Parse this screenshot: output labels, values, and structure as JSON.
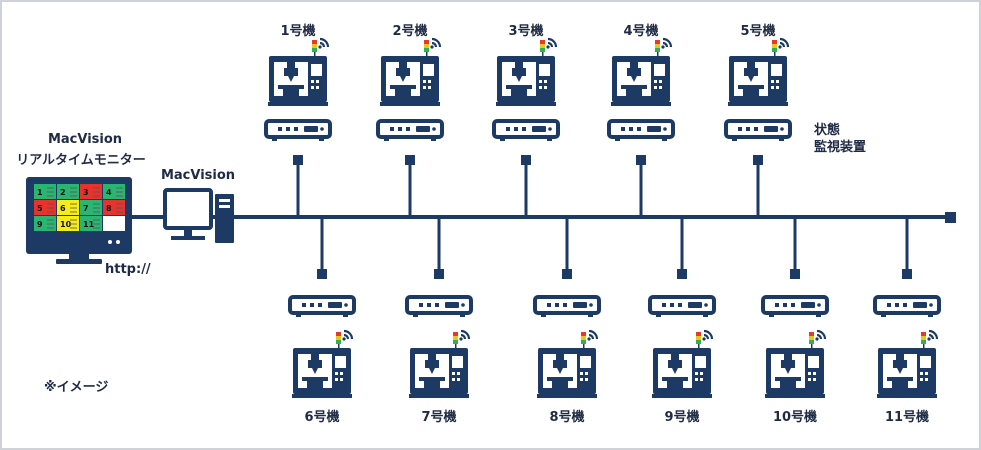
{
  "colors": {
    "navy": "#1c3a63",
    "signal_green": "#2db34a",
    "signal_yellow": "#f2c21b",
    "signal_red": "#e23a2c",
    "monitor_green": "#2bb573",
    "monitor_red": "#e8322d",
    "monitor_yellow": "#f7ec1b"
  },
  "monitor": {
    "title_line1": "MacVision",
    "title_line2": "リアルタイムモニター",
    "protocol": "http://",
    "tiles": [
      {
        "num": "1",
        "color": "green"
      },
      {
        "num": "2",
        "color": "green"
      },
      {
        "num": "3",
        "color": "red"
      },
      {
        "num": "4",
        "color": "green"
      },
      {
        "num": "5",
        "color": "red"
      },
      {
        "num": "6",
        "color": "yellow"
      },
      {
        "num": "7",
        "color": "green"
      },
      {
        "num": "8",
        "color": "red"
      },
      {
        "num": "9",
        "color": "green"
      },
      {
        "num": "10",
        "color": "yellow"
      },
      {
        "num": "11",
        "color": "green"
      },
      {
        "num": "",
        "color": "white"
      }
    ]
  },
  "pc": {
    "label": "MacVision"
  },
  "status_device_label": [
    "状態",
    "監視装置"
  ],
  "note": "※イメージ",
  "machines_top": [
    "1号機",
    "2号機",
    "3号機",
    "4号機",
    "5号機"
  ],
  "machines_bottom": [
    "6号機",
    "7号機",
    "8号機",
    "9号機",
    "10号機",
    "11号機"
  ]
}
